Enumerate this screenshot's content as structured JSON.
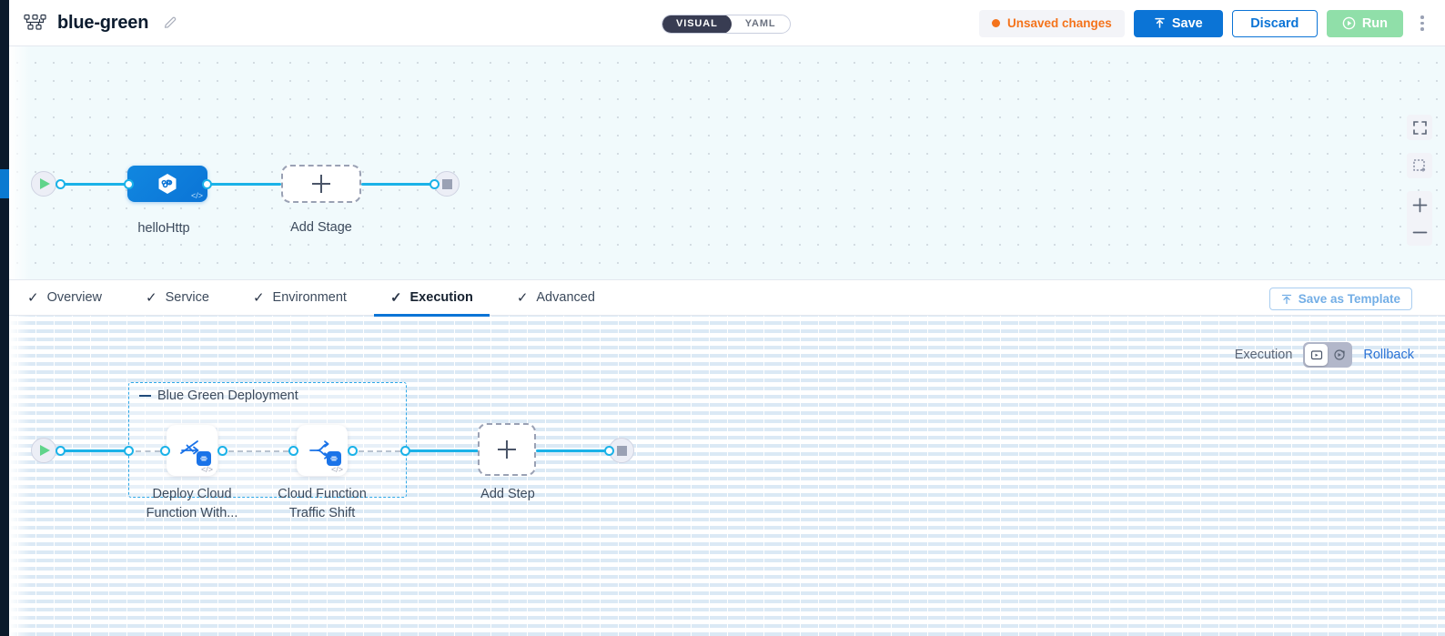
{
  "header": {
    "pipeline_icon": "pipeline-nodes-icon",
    "title": "blue-green",
    "edit_icon": "pencil-icon",
    "mode_toggle": {
      "options": [
        {
          "label": "VISUAL",
          "active": true
        },
        {
          "label": "YAML",
          "active": false
        }
      ]
    },
    "unsaved": {
      "label": "Unsaved changes",
      "dot_color": "#f4731c"
    },
    "save_label": "Save",
    "save_icon": "upload-arrow-icon",
    "discard_label": "Discard",
    "run_label": "Run",
    "run_icon": "play-circle-icon",
    "kebab_icon": "more-vertical-icon"
  },
  "top_canvas": {
    "start_node": {
      "icon": "play-icon"
    },
    "stage": {
      "label": "helloHttp",
      "icon": "hexagon-link-icon",
      "code_tag": "</>"
    },
    "add_stage": {
      "label": "Add Stage",
      "icon": "plus-icon"
    },
    "end_node": {
      "icon": "stop-square-icon"
    },
    "controls": [
      {
        "name": "fullscreen-button",
        "icon": "fullscreen-icon"
      },
      {
        "name": "fit-to-screen-button",
        "icon": "fit-screen-icon"
      },
      {
        "name": "zoom-in-button",
        "icon": "plus-icon"
      },
      {
        "name": "zoom-out-button",
        "icon": "minus-icon"
      }
    ]
  },
  "tabs": [
    {
      "label": "Overview",
      "checked": true,
      "active": false
    },
    {
      "label": "Service",
      "checked": true,
      "active": false
    },
    {
      "label": "Environment",
      "checked": true,
      "active": false
    },
    {
      "label": "Execution",
      "checked": true,
      "active": true
    },
    {
      "label": "Advanced",
      "checked": true,
      "active": false
    }
  ],
  "save_template": {
    "label": "Save as Template",
    "icon": "upload-arrow-icon"
  },
  "execution_bar": {
    "label": "Execution",
    "options": [
      {
        "name": "execution-mode",
        "icon": "execution-icon",
        "selected": true
      },
      {
        "name": "rollback-mode",
        "icon": "rollback-icon",
        "selected": false
      }
    ],
    "rollback_link": "Rollback"
  },
  "bottom_canvas": {
    "start_node": {
      "icon": "play-icon"
    },
    "group": {
      "title": "Blue Green Deployment",
      "steps": [
        {
          "label": "Deploy Cloud\nFunction With...",
          "icon": "deploy-function-icon",
          "badge": "gcp-badge",
          "code_tag": "</>"
        },
        {
          "label": "Cloud Function\nTraffic Shift",
          "icon": "traffic-shift-icon",
          "badge": "gcp-badge",
          "code_tag": "</>"
        }
      ]
    },
    "add_step": {
      "label": "Add Step",
      "icon": "plus-icon"
    },
    "end_node": {
      "icon": "stop-square-icon"
    }
  },
  "colors": {
    "accent_blue": "#0b74d6",
    "edge_cyan": "#1ab2e8",
    "orange": "#f4731c",
    "run_green": "#90dfa9",
    "group_border": "#2fa8e8"
  }
}
